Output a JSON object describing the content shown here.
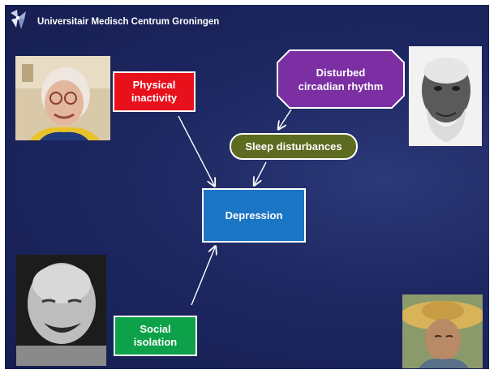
{
  "header": {
    "institution": "Universitair Medisch Centrum Groningen"
  },
  "diagram": {
    "physical_inactivity": "Physical\ninactivity",
    "social_isolation": "Social\nisolation",
    "depression": "Depression",
    "sleep_disturbances": "Sleep disturbances",
    "circadian": "Disturbed\ncircadian rhythm"
  },
  "colors": {
    "background": "#1d2761",
    "physical": "#e8101a",
    "social": "#0da14a",
    "depression": "#1a75c4",
    "sleep": "#5c6b20",
    "circadian": "#7b2fa3"
  }
}
